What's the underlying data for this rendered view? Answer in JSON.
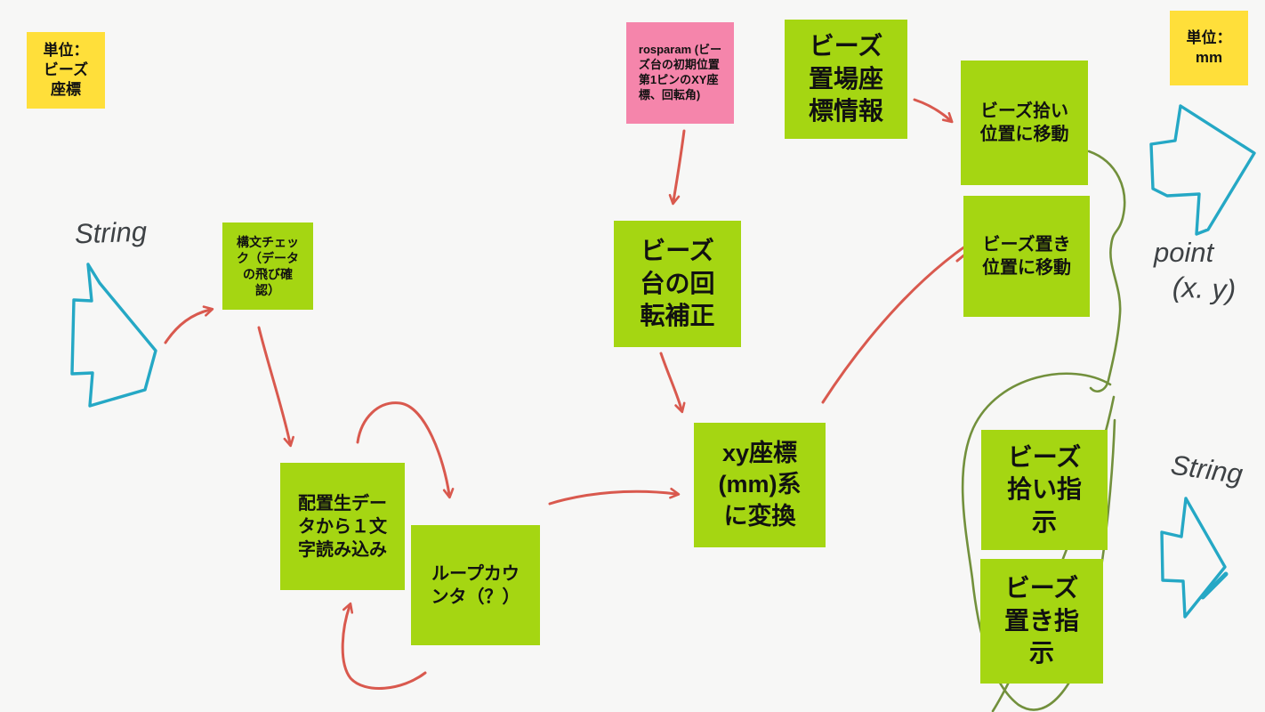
{
  "board": {
    "background": "#f7f7f6",
    "type": "hand-drawn-flowchart-whiteboard"
  },
  "colors": {
    "note_green": "#a5d612",
    "note_yellow": "#ffdf3a",
    "note_pink": "#f585ab",
    "ink_red": "#d9594e",
    "ink_cyan": "#25a8c5",
    "ink_olive": "#72903c",
    "ink_handwriting": "#3e4245"
  },
  "notes": [
    {
      "id": "unit-beads",
      "color": "yellow",
      "text": "単位：\nビーズ\n座標"
    },
    {
      "id": "rosparam",
      "color": "pink",
      "text": "rosparam (ビー\nズ台の初期位置\n第1ピンのXY座\n標、回転角)"
    },
    {
      "id": "bead-storage-coords",
      "color": "green",
      "text": "ビーズ\n置場座\n標情報"
    },
    {
      "id": "move-to-pick-position",
      "color": "green",
      "text": "ビーズ拾い\n位置に移動"
    },
    {
      "id": "unit-mm",
      "color": "yellow",
      "text": "単位：\nmm"
    },
    {
      "id": "syntax-check",
      "color": "green",
      "text": "構文チェッ\nク（データ\nの飛び確\n認）"
    },
    {
      "id": "bead-table-rotation-correction",
      "color": "green",
      "text": "ビーズ\n台の回\n転補正"
    },
    {
      "id": "move-to-place-position",
      "color": "green",
      "text": "ビーズ置き\n位置に移動"
    },
    {
      "id": "convert-to-xy-mm",
      "color": "green",
      "text": "xy座標\n(mm)系\nに変換"
    },
    {
      "id": "read-one-char",
      "color": "green",
      "text": "配置生デー\nタから１文\n字読み込み"
    },
    {
      "id": "loop-counter",
      "color": "green",
      "text": "ループカウ\nンタ（？）"
    },
    {
      "id": "bead-pick-instruction",
      "color": "green",
      "text": "ビーズ\n拾い指\n示"
    },
    {
      "id": "bead-place-instruction",
      "color": "green",
      "text": "ビーズ\n置き指\n示"
    }
  ],
  "handwritten_labels": [
    {
      "id": "string-left",
      "text": "String"
    },
    {
      "id": "point-label",
      "text": "point"
    },
    {
      "id": "point-coords",
      "text": "(x. y)"
    },
    {
      "id": "string-right",
      "text": "String"
    }
  ]
}
